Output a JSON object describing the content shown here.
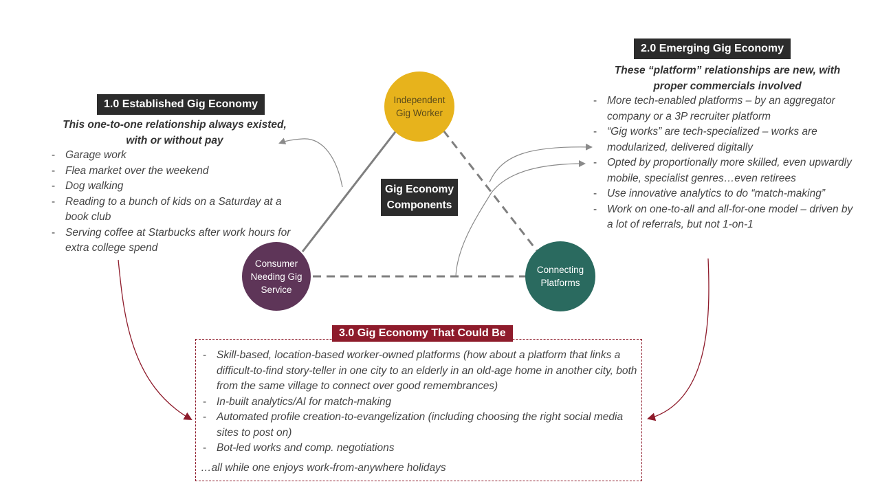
{
  "center": {
    "label": "Gig Economy\nComponents"
  },
  "nodes": {
    "worker": {
      "label": "Independent\nGig Worker",
      "color": "#e7b31c",
      "text_color": "#5a4a1a"
    },
    "consumer": {
      "label": "Consumer\nNeeding Gig\nService",
      "color": "#5e3558",
      "text_color": "#ffffff"
    },
    "platforms": {
      "label": "Connecting\nPlatforms",
      "color": "#2a6a5f",
      "text_color": "#ffffff"
    }
  },
  "established": {
    "title": "1.0 Established Gig Economy",
    "subtitle": "This one-to-one relationship always existed, with or without pay",
    "items": [
      "Garage work",
      "Flea market over the weekend",
      "Dog walking",
      "Reading to a bunch of kids on a Saturday at a book club",
      "Serving coffee at Starbucks after work hours for extra college spend"
    ]
  },
  "emerging": {
    "title": "2.0 Emerging Gig Economy",
    "subtitle": "These “platform” relationships are new, with proper commercials involved",
    "items": [
      "More tech-enabled platforms – by an aggregator company or a 3P recruiter platform",
      "“Gig works” are tech-specialized – works are modularized, delivered digitally",
      "Opted by proportionally more skilled, even upwardly mobile, specialist genres…even retirees",
      "Use innovative analytics to do “match-making”",
      "Work on one-to-all and all-for-one model – driven by a lot of referrals, but not 1-on-1"
    ]
  },
  "could_be": {
    "title": "3.0 Gig Economy That Could Be",
    "items": [
      "Skill-based, location-based worker-owned platforms (how about a platform that links a difficult-to-find story-teller in one city to an elderly in an old-age home in another city, both from the same village to connect over good remembrances)",
      "In-built analytics/AI for match-making",
      "Automated profile creation-to-evangelization (including choosing the right social media sites to post on)",
      "Bot-led works and comp. negotiations"
    ],
    "footer": "…all while one enjoys work-from-anywhere holidays"
  },
  "colors": {
    "accent_red": "#8e1b2b",
    "dark_badge": "#2c2c2c",
    "line_gray": "#7f7f7f"
  }
}
